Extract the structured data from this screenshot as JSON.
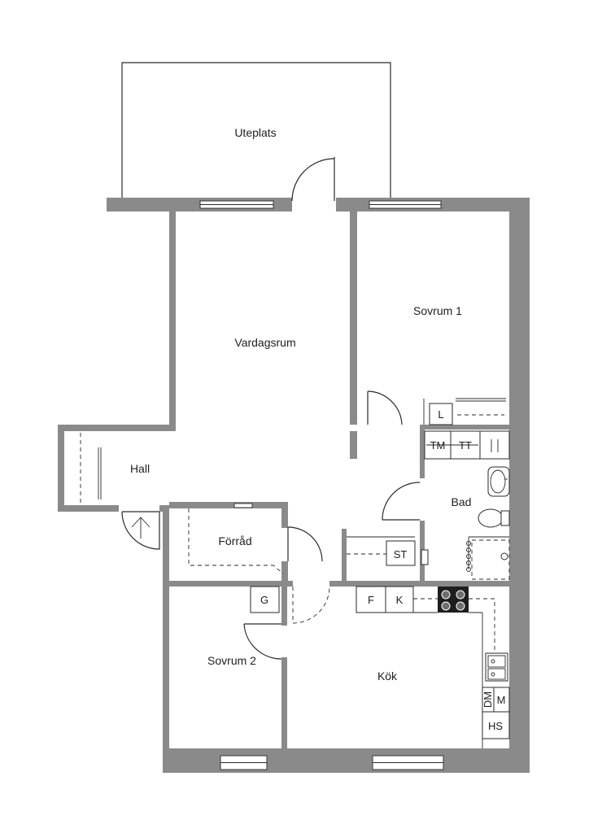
{
  "rooms": {
    "terrace": "Uteplats",
    "living_room": "Vardagsrum",
    "bedroom_1": "Sovrum 1",
    "hall": "Hall",
    "bathroom": "Bad",
    "storage": "Förråd",
    "bedroom_2": "Sovrum 2",
    "kitchen": "Kök"
  },
  "fixtures": {
    "wardrobe_l": "L",
    "dryer": "TM",
    "dryer_cabinet": "TT",
    "shelf_st": "ST",
    "wardrobe_g": "G",
    "fridge": "F",
    "freezer": "K",
    "dishwasher": "DM",
    "microwave": "M",
    "tall_cabinet": "HS"
  }
}
